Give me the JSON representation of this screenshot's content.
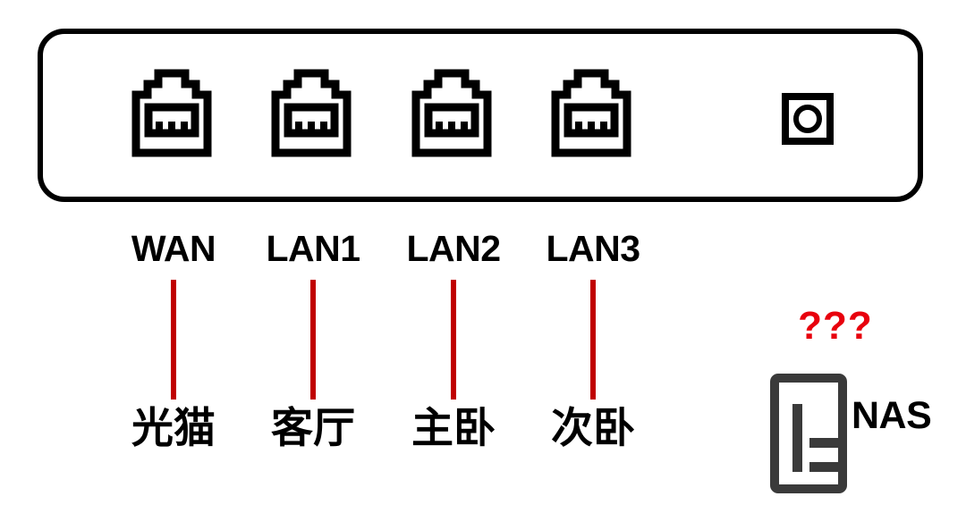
{
  "diagram": {
    "title": "Router port assignment diagram",
    "background_color": "#ffffff"
  },
  "colors": {
    "outline": "#000000",
    "connector_line": "#C00000",
    "question_mark": "#E8000D",
    "nas_icon": "#3a3a3a",
    "text": "#000000"
  },
  "router": {
    "ports": [
      {
        "icon": "rj45-port-icon",
        "label": "WAN",
        "destination": "光猫",
        "line_color": "#C00000"
      },
      {
        "icon": "rj45-port-icon",
        "label": "LAN1",
        "destination": "客厅",
        "line_color": "#C00000"
      },
      {
        "icon": "rj45-port-icon",
        "label": "LAN2",
        "destination": "主卧",
        "line_color": "#C00000"
      },
      {
        "icon": "rj45-port-icon",
        "label": "LAN3",
        "destination": "次卧",
        "line_color": "#C00000"
      }
    ],
    "power_port": {
      "icon": "power-jack-icon",
      "label": ""
    }
  },
  "nas": {
    "question_marks": "???",
    "icon": "nas-tower-icon",
    "label": "NAS"
  }
}
